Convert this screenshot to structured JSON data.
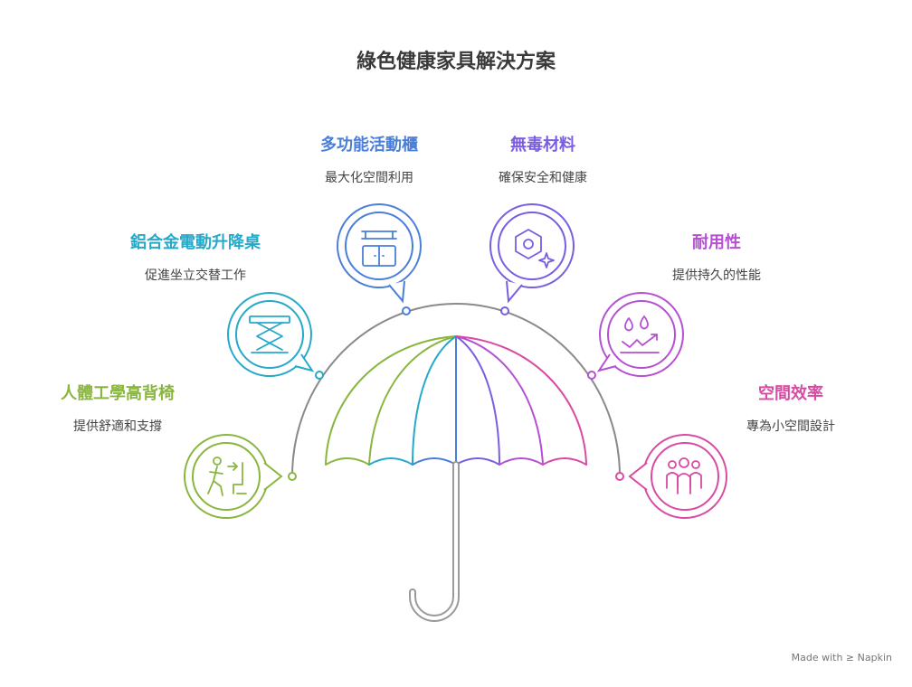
{
  "title": "綠色健康家具解決方案",
  "brand": "Made with ≥ Napkin",
  "items": [
    {
      "title": "人體工學高背椅",
      "desc": "提供舒適和支撐",
      "color": "#8ab63f",
      "icon": "ergonomic-chair-icon"
    },
    {
      "title": "鋁合金電動升降桌",
      "desc": "促進坐立交替工作",
      "color": "#26a9c9",
      "icon": "lift-desk-icon"
    },
    {
      "title": "多功能活動櫃",
      "desc": "最大化空間利用",
      "color": "#4a7fd9",
      "icon": "cabinet-icon"
    },
    {
      "title": "無毒材料",
      "desc": "確保安全和健康",
      "color": "#7a5de0",
      "icon": "hex-nut-sparkle-icon"
    },
    {
      "title": "耐用性",
      "desc": "提供持久的性能",
      "color": "#b64fd3",
      "icon": "drops-trend-icon"
    },
    {
      "title": "空間效率",
      "desc": "專為小空間設計",
      "color": "#d84aa4",
      "icon": "people-group-icon"
    }
  ]
}
